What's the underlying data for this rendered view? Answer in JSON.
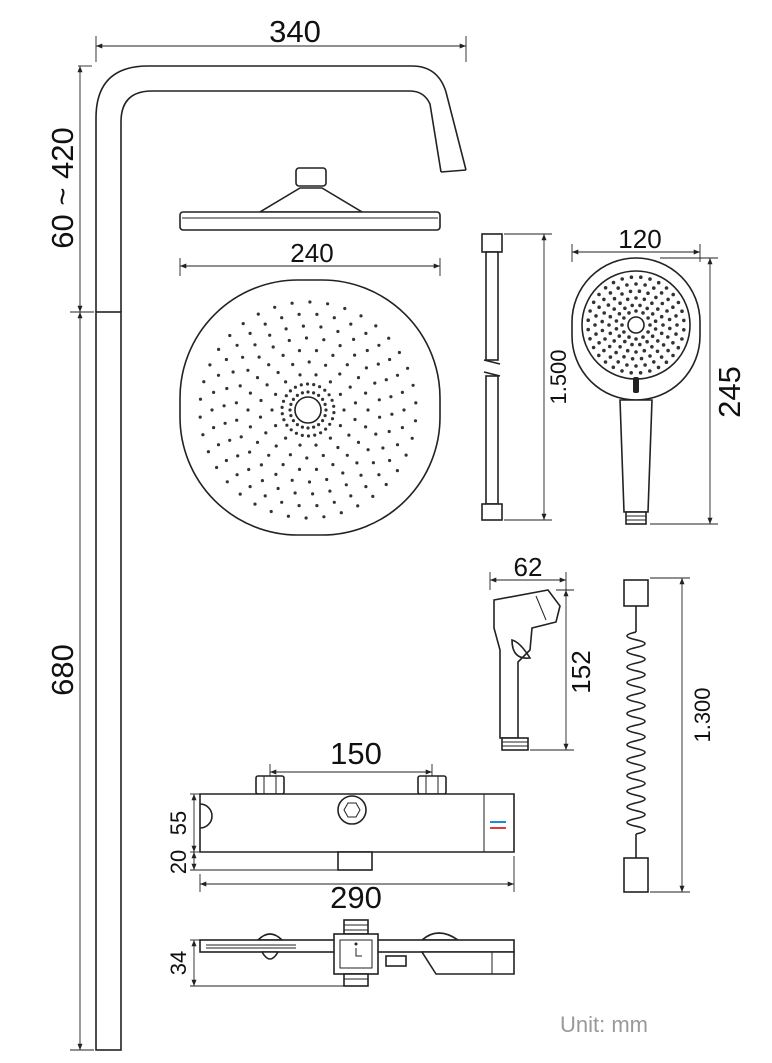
{
  "dimensions": {
    "arm_width": "340",
    "arm_height": "60 ~ 420",
    "riser_height": "680",
    "head_diameter": "240",
    "hose_length": "1.500",
    "handshower_width": "120",
    "handshower_height": "245",
    "bidet_width": "62",
    "bidet_height": "152",
    "coil_hose_length": "1.300",
    "mixer_inlet_spacing": "150",
    "mixer_body_height": "55",
    "mixer_outlet_height": "20",
    "mixer_width": "290",
    "mixer_depth": "34"
  },
  "unit_label": "Unit: mm",
  "colors": {
    "line": "#222222",
    "hot_indicator": "#e53935",
    "cold_indicator": "#1e88e5",
    "unit_text": "#999999"
  }
}
